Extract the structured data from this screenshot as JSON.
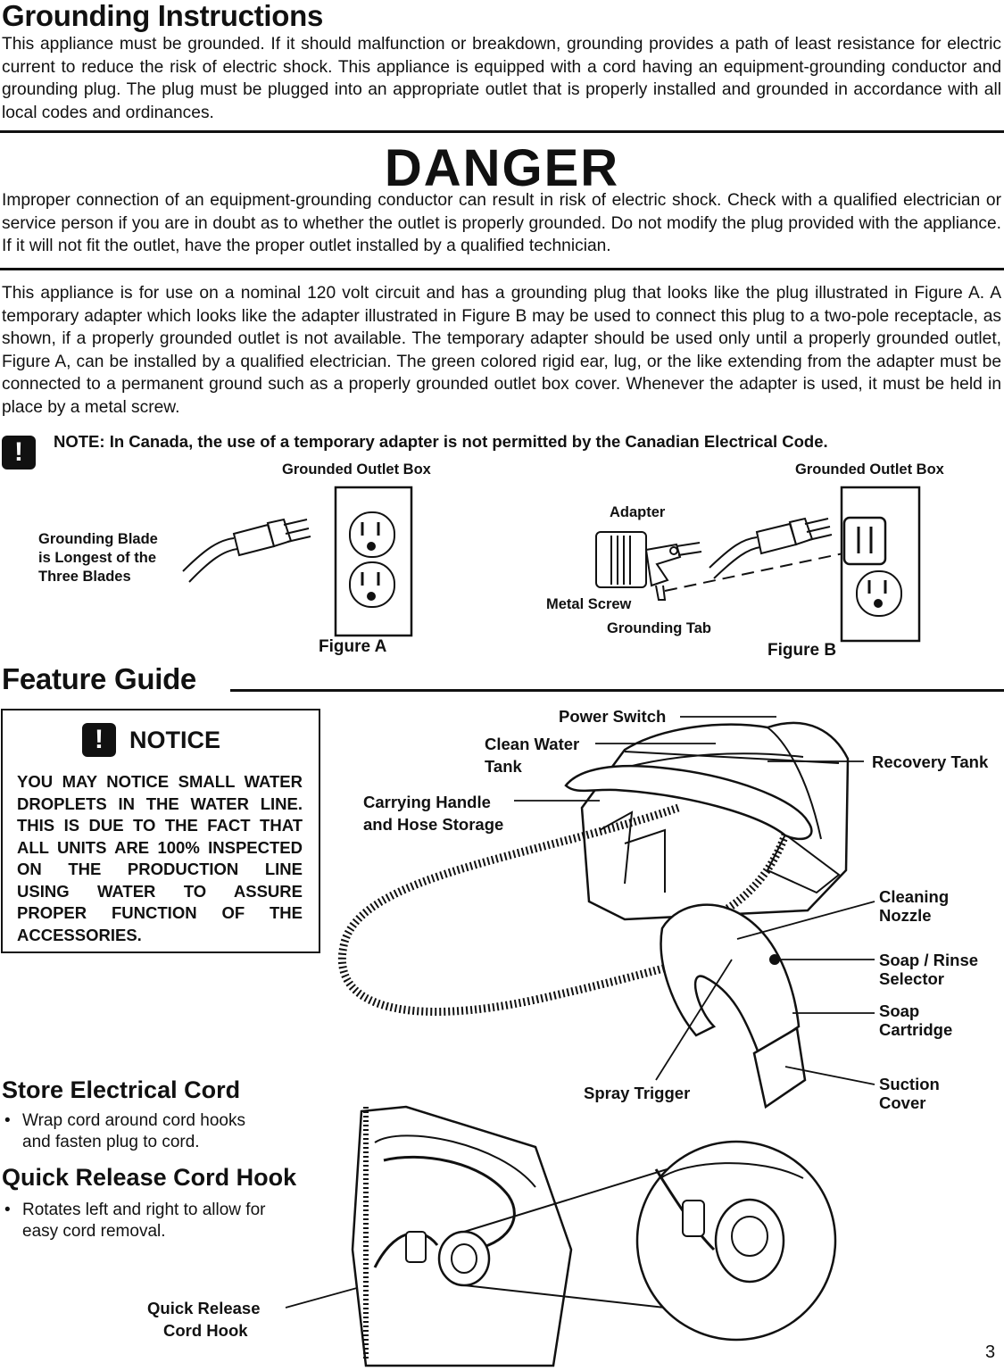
{
  "grounding": {
    "title": "Grounding Instructions",
    "body": "This appliance must be grounded. If it should malfunction or breakdown, grounding provides a path of least resistance for electric current to reduce the risk of electric shock. This appliance is equipped with a cord having an equipment-grounding conductor and grounding plug. The plug must be plugged into an appropriate outlet that is properly installed and grounded in accordance with all local codes and ordinances."
  },
  "danger": {
    "title": "DANGER",
    "body": "Improper connection of an equipment-grounding conductor can result in risk of electric shock. Check with a qualified electrician or service person if you are in doubt as to whether the outlet is properly grounded. Do not modify the plug provided with the appliance. If it will not fit the outlet, have the proper outlet installed by a qualified technician."
  },
  "voltage_para": "This appliance is for use on a nominal 120 volt circuit and has a grounding plug that looks like the plug illustrated in Figure A. A temporary adapter which looks like the adapter illustrated in Figure B may be used to connect this plug to a two-pole receptacle, as shown, if a properly grounded outlet is not available. The temporary adapter should be used only until a properly grounded outlet, Figure A, can be installed by a qualified electrician. The green colored rigid ear, lug, or the like extending from the adapter must be connected to a permanent ground such as a properly grounded outlet box cover. Whenever the adapter is used, it must be held in place by a metal screw.",
  "note": "NOTE: In Canada, the use of a temporary adapter is not permitted by the Canadian Electrical Code.",
  "alert_glyph": "!",
  "figure_a": {
    "outlet_label": "Grounded Outlet Box",
    "blade_label_1": "Grounding Blade",
    "blade_label_2": "is Longest of the",
    "blade_label_3": "Three Blades",
    "caption": "Figure A"
  },
  "figure_b": {
    "outlet_label": "Grounded Outlet Box",
    "adapter_label": "Adapter",
    "screw_label": "Metal Screw",
    "tab_label": "Grounding Tab",
    "caption": "Figure B"
  },
  "feature_guide": {
    "title": "Feature Guide",
    "notice_title": "NOTICE",
    "notice_lines": [
      "YOU MAY NOTICE SMALL WATER",
      "DROPLETS IN THE WATER LINE.",
      "THIS IS DUE TO THE FACT THAT",
      "ALL UNITS ARE 100% INSPECTED",
      "ON THE PRODUCTION LINE",
      "USING WATER TO ASSURE",
      "PROPER FUNCTION OF THE",
      "ACCESSORIES."
    ],
    "callouts": {
      "power_switch": "Power Switch",
      "clean_water_1": "Clean Water",
      "clean_water_2": "Tank",
      "recovery_tank": "Recovery Tank",
      "carrying_1": "Carrying Handle",
      "carrying_2": "and Hose Storage",
      "nozzle_1": "Cleaning",
      "nozzle_2": "Nozzle",
      "selector_1": "Soap / Rinse",
      "selector_2": "Selector",
      "cartridge_1": "Soap",
      "cartridge_2": "Cartridge",
      "spray_trigger": "Spray Trigger",
      "suction_1": "Suction",
      "suction_2": "Cover"
    }
  },
  "store_cord": {
    "title": "Store Electrical Cord",
    "bullet_1a": "Wrap cord around cord hooks",
    "bullet_1b": "and fasten plug to cord."
  },
  "quick_release": {
    "title": "Quick Release Cord Hook",
    "bullet_1a": "Rotates left and right to allow for",
    "bullet_1b": "easy cord removal.",
    "callout_1": "Quick Release",
    "callout_2": "Cord Hook"
  },
  "bullet_char": "•",
  "page_number": "3"
}
